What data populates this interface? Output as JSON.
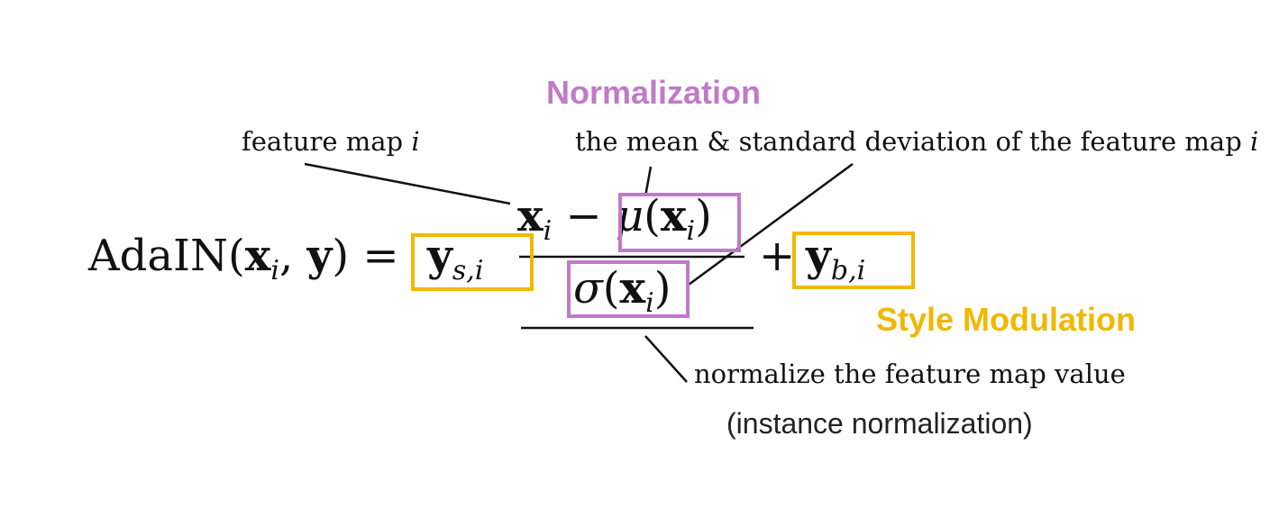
{
  "headings": {
    "normalization": "Normalization",
    "style_modulation": "Style Modulation"
  },
  "annotations": {
    "feature_map_prefix": "feature map ",
    "feature_map_var": "i",
    "mean_std_prefix": "the mean & standard deviation of the feature map ",
    "mean_std_var": "i",
    "normalize": "normalize the feature map value",
    "instance": "(instance normalization)"
  },
  "formula": {
    "lhs_name": "AdaIN(",
    "lhs_x": "x",
    "lhs_x_sub": "i",
    "lhs_sep": ", ",
    "lhs_y": "y",
    "lhs_close": ") =",
    "scale_y": "y",
    "scale_sub": "s,i",
    "num_x": "x",
    "num_x_sub": "i",
    "num_minus": " − ",
    "num_mu": "μ",
    "num_open": "(",
    "num_inner_x": "x",
    "num_inner_sub": "i",
    "num_close": ")",
    "den_sigma": "σ",
    "den_open": "(",
    "den_x": "x",
    "den_sub": "i",
    "den_close": ")",
    "plus": "+",
    "bias_y": "y",
    "bias_sub": "b,i"
  },
  "colors": {
    "normalization": "#c07ac8",
    "style_modulation": "#f0b800",
    "text": "#111111"
  }
}
